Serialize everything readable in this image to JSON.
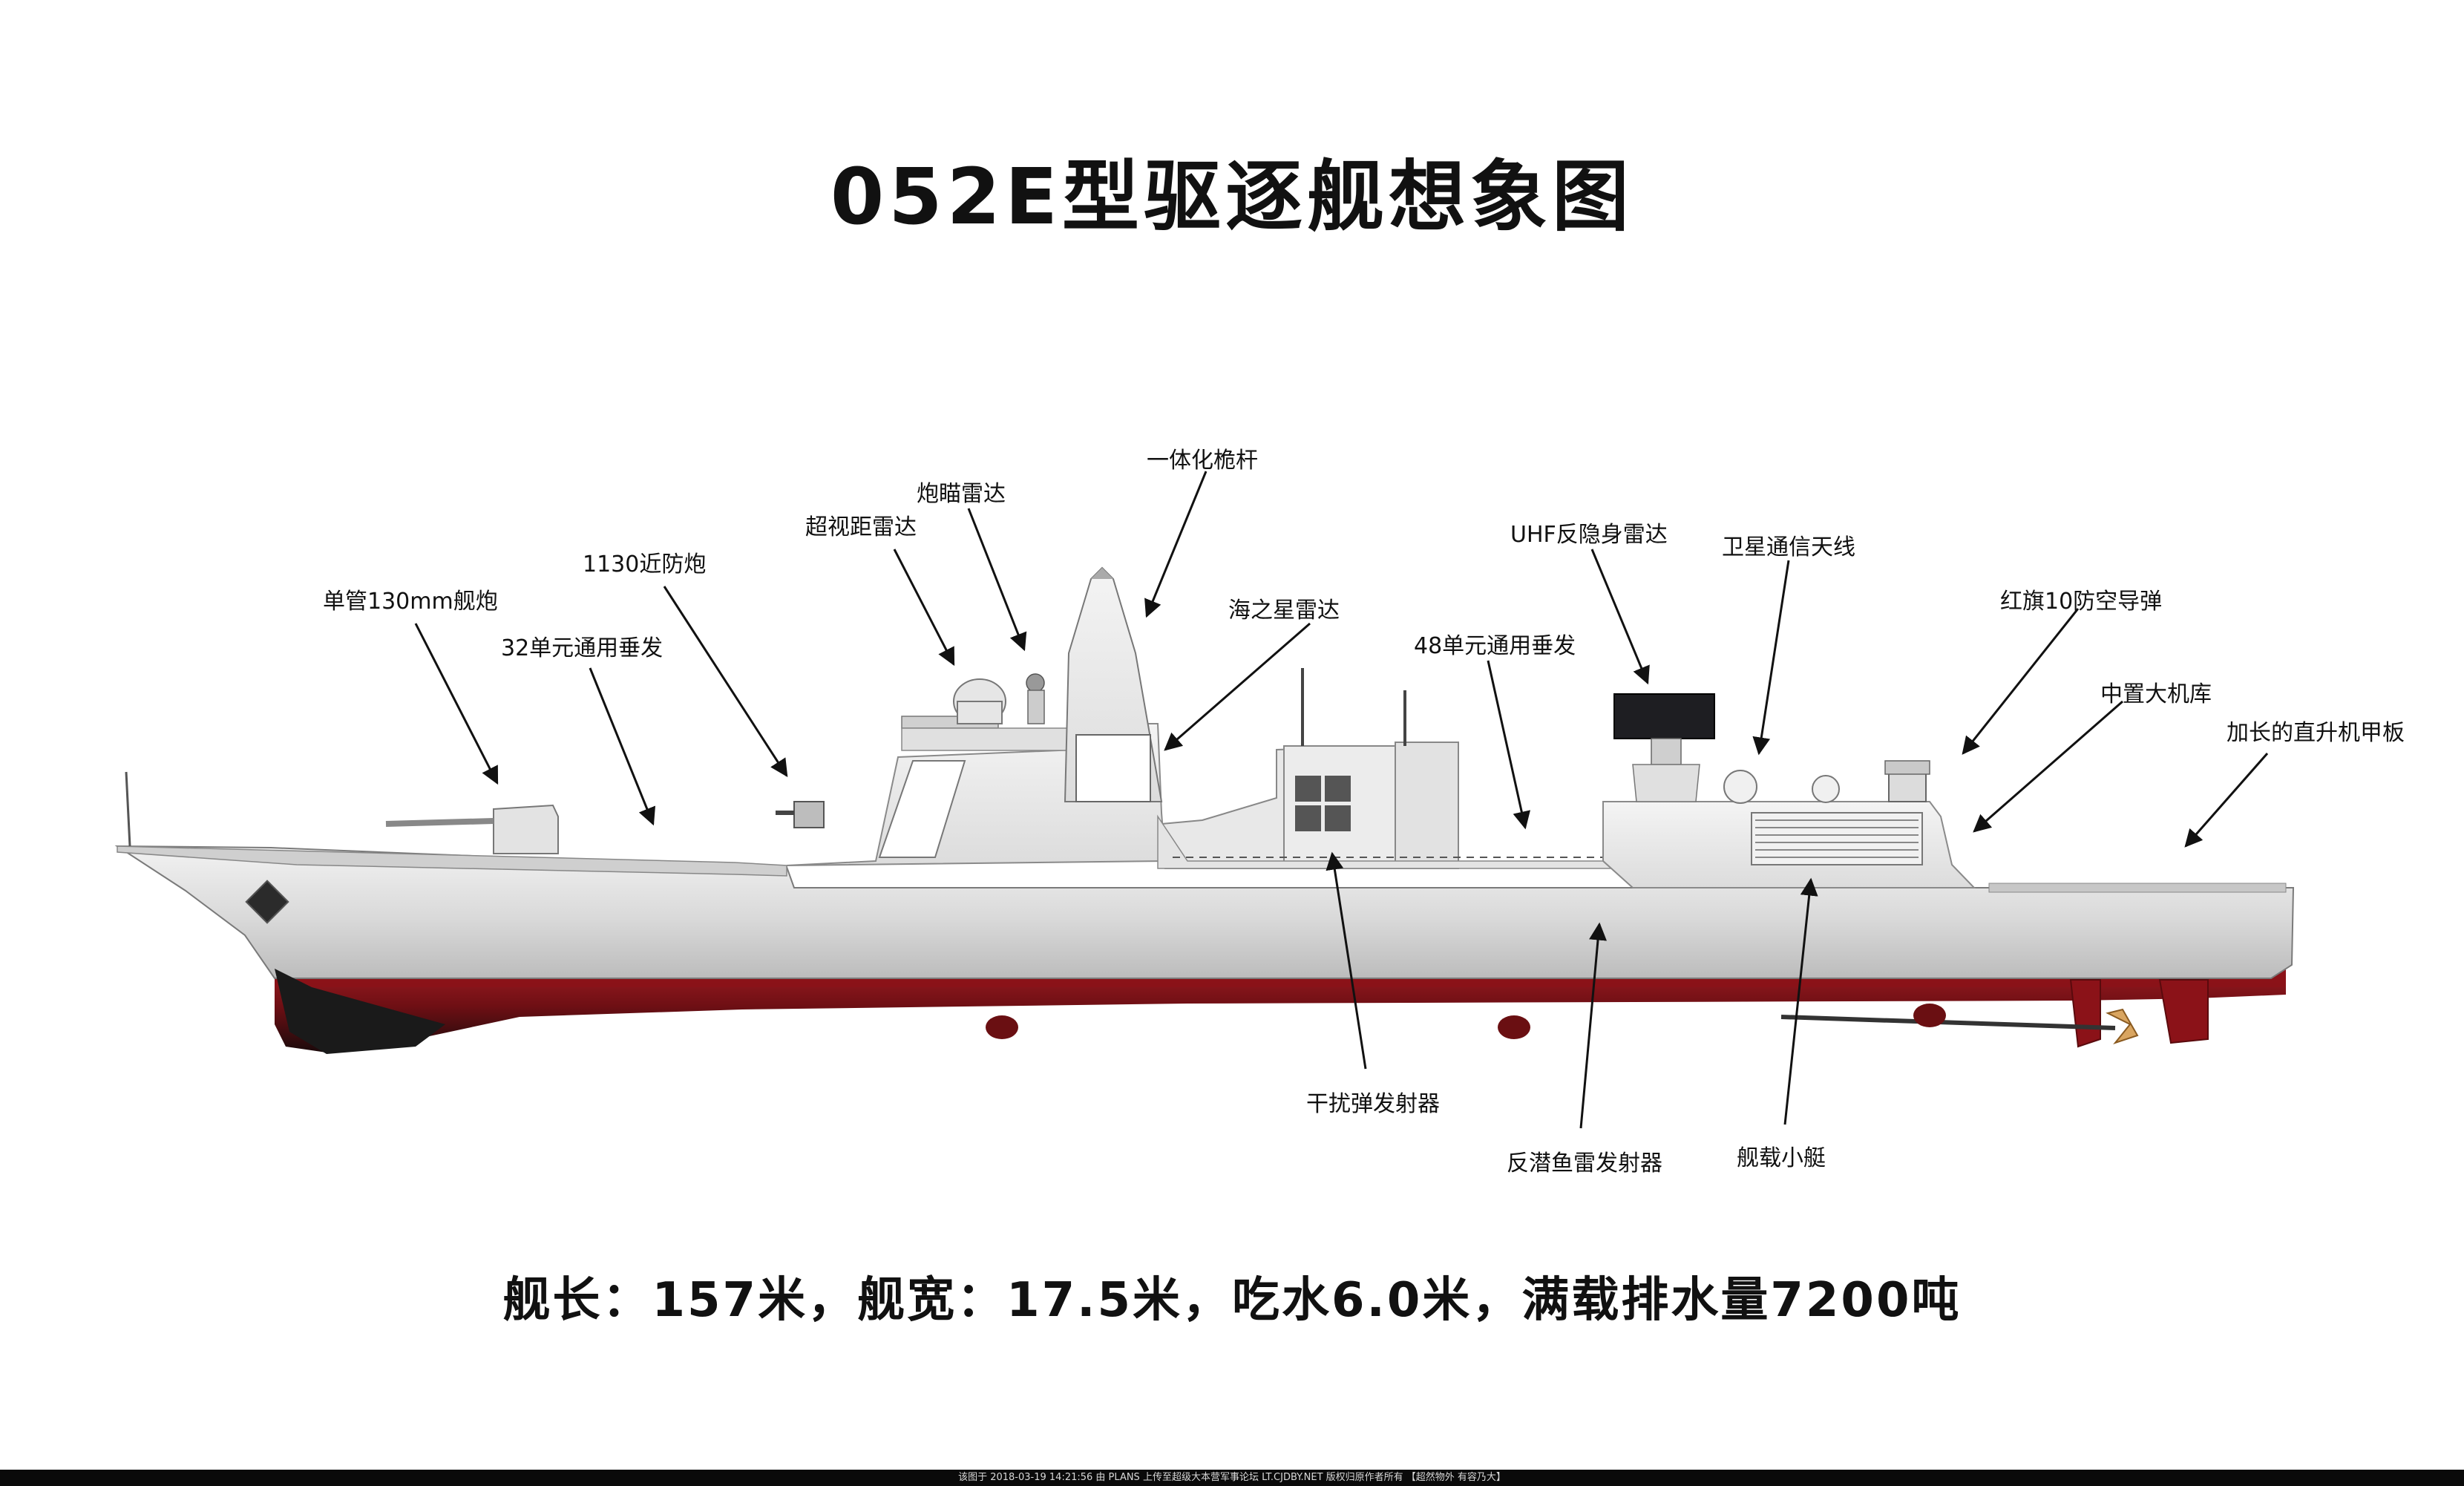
{
  "title": "052E型驱逐舰想象图",
  "spec_line": "舰长：157米，舰宽：17.5米，吃水6.0米，满载排水量7200吨",
  "labels": {
    "gun_130mm": "单管130mm舰炮",
    "vls_32": "32单元通用垂发",
    "ciws_1130": "1130近防炮",
    "otn_radar": "超视距雷达",
    "fire_control_radar": "炮瞄雷达",
    "integrated_mast": "一体化桅杆",
    "sea_star_radar": "海之星雷达",
    "vls_48": "48单元通用垂发",
    "uhf_radar": "UHF反隐身雷达",
    "satcom_antenna": "卫星通信天线",
    "hq10_missile": "红旗10防空导弹",
    "hangar": "中置大机库",
    "flight_deck": "加长的直升机甲板",
    "decoy_launcher": "干扰弹发射器",
    "torpedo_launcher": "反潜鱼雷发射器",
    "boat": "舰载小艇"
  },
  "footer": "该图于 2018-03-19 14:21:56 由 PLANS 上传至超级大本营军事论坛 LT.CJDBY.NET 版权归原作者所有 【超然物外 有容乃大】",
  "colors": {
    "hull_upper": "#dedede",
    "superstructure": "#eaeaea",
    "hull_red": "#8b1218",
    "hull_black": "#121212",
    "radar_dark": "#1e1e22"
  }
}
